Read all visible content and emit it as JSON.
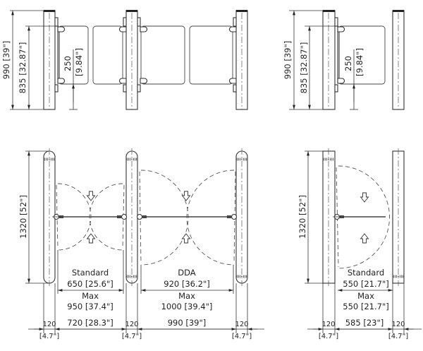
{
  "elevation_left": {
    "height_total": "990 [39\"]",
    "height_glass": "835 [32.87\"]",
    "clearance_value": "250",
    "clearance_imperial": "[9.84\"]"
  },
  "elevation_right": {
    "height_total": "990 [39\"]",
    "height_glass": "835 [32.87\"]",
    "clearance_value": "250",
    "clearance_imperial": "[9.84\"]"
  },
  "plan_left": {
    "length": "1320 [52\"]",
    "reader_label": "(((•)))",
    "lane_standard": {
      "title": "Standard",
      "opening": "650 [25.6\"]",
      "max_label": "Max",
      "max_value": "950 [37.4\"]",
      "centers": "720 [28.3\"]"
    },
    "lane_dda": {
      "title": "DDA",
      "opening": "920 [36.2\"]",
      "max_label": "Max",
      "max_value": "1000 [39.4\"]",
      "centers": "990 [39\"]"
    },
    "post_width": "120",
    "post_width_imperial": "[4.7\"]"
  },
  "plan_right": {
    "length": "1320 [52\"]",
    "lane_standard": {
      "title": "Standard",
      "opening": "550 [21.7\"]",
      "max_label": "Max",
      "max_value": "550 [21.7\"]",
      "centers": "585 [23\"]"
    },
    "post_width": "120",
    "post_width_imperial": "[4.7\"]"
  },
  "icons": {
    "direction_arrow": "hollow-arrow",
    "reader": "rfid-reader-icon"
  }
}
